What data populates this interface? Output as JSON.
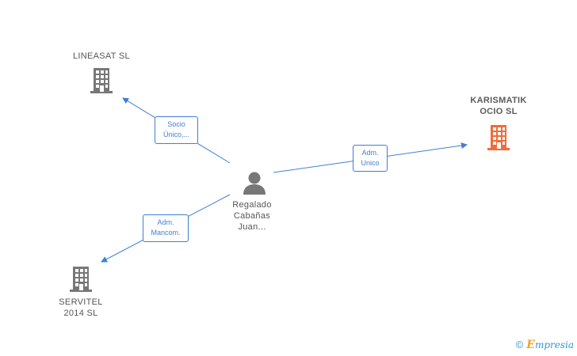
{
  "colors": {
    "edge": "#3f7fd6",
    "company_icon": "#777777",
    "highlight_icon": "#f26b3a",
    "person_icon": "#777777"
  },
  "nodes": {
    "lineasat": {
      "line1": "LINEASAT  SL",
      "icon": "building-icon"
    },
    "karismatik": {
      "line1": "KARISMATIK",
      "line2": "OCIO SL",
      "icon": "building-icon"
    },
    "servitel": {
      "line1": "SERVITEL",
      "line2": "2014  SL",
      "icon": "building-icon"
    },
    "person": {
      "line1": "Regalado",
      "line2": "Cabañas",
      "line3": "Juan...",
      "icon": "person-icon"
    }
  },
  "edges": {
    "to_lineasat": {
      "line1": "Socio",
      "line2": "Único,..."
    },
    "to_karismatik": {
      "line1": "Adm.",
      "line2": "Unico"
    },
    "to_servitel": {
      "line1": "Adm.",
      "line2": "Mancom."
    }
  },
  "footer": {
    "copyright": "©",
    "brand_initial": "E",
    "brand_rest": "mpresia"
  }
}
